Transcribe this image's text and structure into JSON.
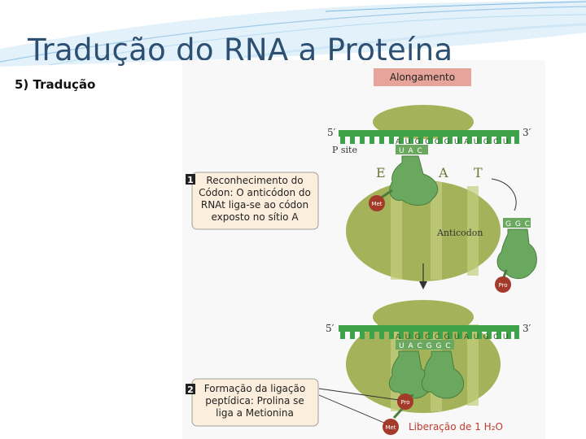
{
  "slide": {
    "title": "Tradução do RNA a Proteína",
    "subtitle": "5) Tradução"
  },
  "figure": {
    "header": "Alongamento",
    "top_panel": {
      "five_prime": "5′",
      "three_prime": "3′",
      "codons": "A U G C C G U A U G C U",
      "anticodon": "U A C",
      "p_site_label": "P site",
      "site_e": "E",
      "site_a": "A",
      "site_t": "T",
      "met_label": "Met",
      "anticodon_label": "Anticodon",
      "incoming_anticodon": "G G C",
      "pro_label": "Pro"
    },
    "step1": {
      "number": "1",
      "lines": [
        "Reconhecimento do",
        "Códon: O anticódon do",
        "RNAt liga-se ao códon",
        "exposto no sítio A"
      ]
    },
    "bottom_panel": {
      "five_prime": "5′",
      "three_prime": "3′",
      "codons": "A U G C C G U A U G C U",
      "anticodons": "U A C G G C",
      "pro_label": "Pro",
      "met_label": "Met"
    },
    "step2": {
      "number": "2",
      "lines": [
        "Formação da ligação",
        "peptídica: Prolina se",
        "liga a Metionina"
      ]
    },
    "release_label": "Liberação de 1 H₂O",
    "colors": {
      "ribosome": "#a4b35a",
      "ribosome_dark": "#7c8a33",
      "mrna": "#3fa24a",
      "trna": "#6aa85f",
      "amino_acid": "#a33a2a",
      "header_box": "#e7a49a",
      "step_box": "#fbeedd",
      "release_text": "#c0392b"
    }
  }
}
